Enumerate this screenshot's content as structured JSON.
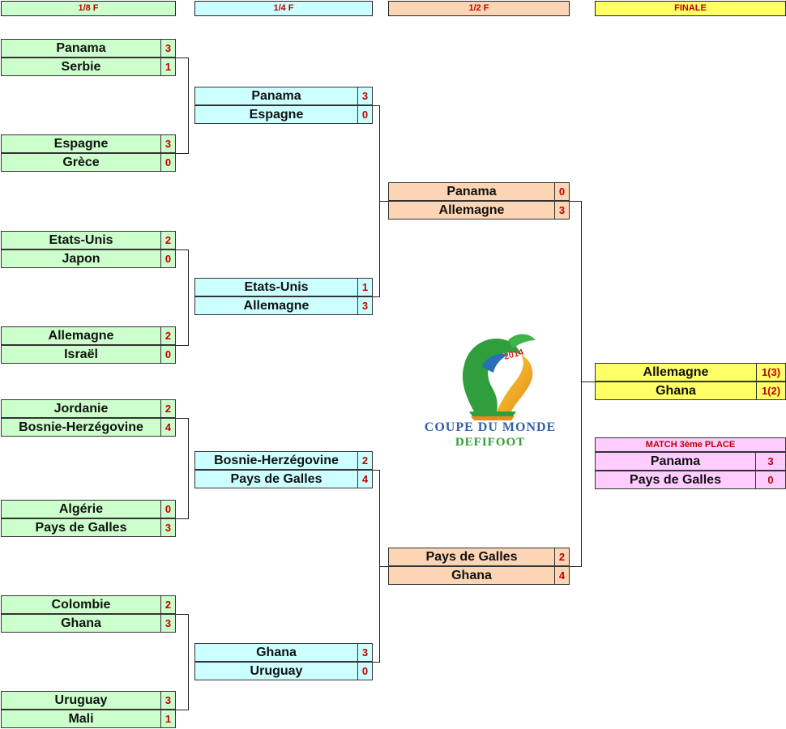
{
  "headers": {
    "r16": "1/8 F",
    "qf": "1/4 F",
    "sf": "1/2 F",
    "final": "FINALE"
  },
  "r16": [
    {
      "team1": "Panama",
      "score1": "3",
      "team2": "Serbie",
      "score2": "1"
    },
    {
      "team1": "Espagne",
      "score1": "3",
      "team2": "Grèce",
      "score2": "0"
    },
    {
      "team1": "Etats-Unis",
      "score1": "2",
      "team2": "Japon",
      "score2": "0"
    },
    {
      "team1": "Allemagne",
      "score1": "2",
      "team2": "Israël",
      "score2": "0"
    },
    {
      "team1": "Jordanie",
      "score1": "2",
      "team2": "Bosnie-Herzégovine",
      "score2": "4"
    },
    {
      "team1": "Algérie",
      "score1": "0",
      "team2": "Pays  de  Galles",
      "score2": "3"
    },
    {
      "team1": "Colombie",
      "score1": "2",
      "team2": "Ghana",
      "score2": "3"
    },
    {
      "team1": "Uruguay",
      "score1": "3",
      "team2": "Mali",
      "score2": "1"
    }
  ],
  "qf": [
    {
      "team1": "Panama",
      "score1": "3",
      "team2": "Espagne",
      "score2": "0"
    },
    {
      "team1": "Etats-Unis",
      "score1": "1",
      "team2": "Allemagne",
      "score2": "3"
    },
    {
      "team1": "Bosnie-Herzégovine",
      "score1": "2",
      "team2": "Pays  de  Galles",
      "score2": "4"
    },
    {
      "team1": "Ghana",
      "score1": "3",
      "team2": "Uruguay",
      "score2": "0"
    }
  ],
  "sf": [
    {
      "team1": "Panama",
      "score1": "0",
      "team2": "Allemagne",
      "score2": "3"
    },
    {
      "team1": "Pays  de  Galles",
      "score1": "2",
      "team2": "Ghana",
      "score2": "4"
    }
  ],
  "final": {
    "team1": "Allemagne",
    "score1": "1(3)",
    "team2": "Ghana",
    "score2": "1(2)"
  },
  "third_place": {
    "title": "MATCH  3ème  PLACE",
    "team1": "Panama",
    "score1": "3",
    "team2": "Pays  de  Galles",
    "score2": "0"
  },
  "logo": {
    "year": "2014",
    "line1": "COUPE DU MONDE",
    "line2": "DEFIFOOT"
  },
  "colors": {
    "r16": "#ccffcc",
    "qf": "#ccffff",
    "sf": "#fcd5b4",
    "final": "#ffff66",
    "third": "#ffccff",
    "score_text": "#c00000"
  }
}
